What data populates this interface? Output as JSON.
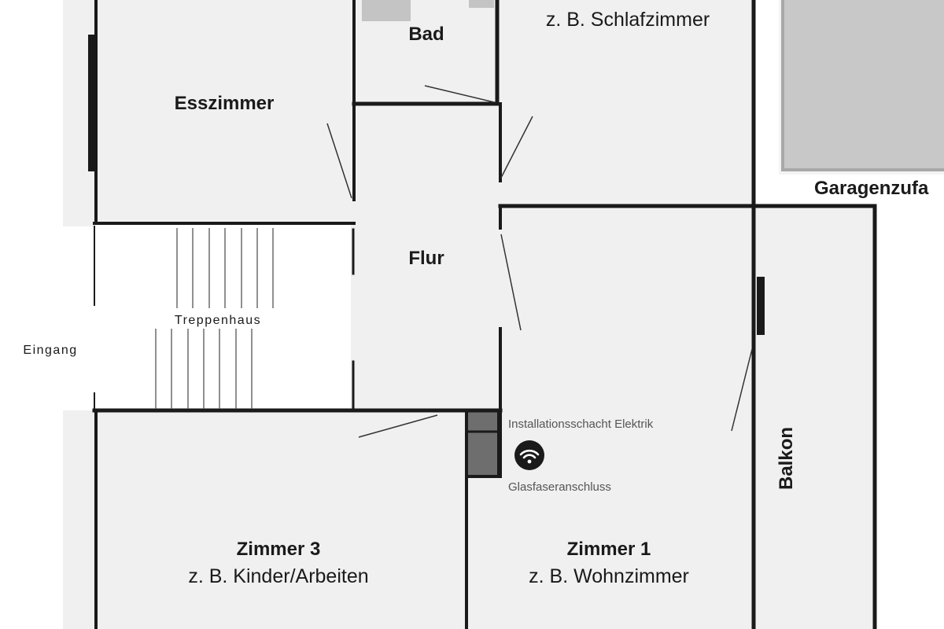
{
  "rooms": {
    "esszimmer": {
      "name": "Esszimmer"
    },
    "bad": {
      "name": "Bad"
    },
    "schlafzimmer": {
      "subtitle": "z. B. Schlafzimmer"
    },
    "flur": {
      "name": "Flur"
    },
    "zimmer3": {
      "name": "Zimmer 3",
      "subtitle": "z. B. Kinder/Arbeiten"
    },
    "zimmer1": {
      "name": "Zimmer 1",
      "subtitle": "z. B. Wohnzimmer"
    },
    "balkon": {
      "name": "Balkon"
    }
  },
  "labels": {
    "garage": "Garagenzufa",
    "treppenhaus": "Treppenhaus",
    "eingang": "Eingang",
    "installation": "Installationsschacht Elektrik",
    "glasfaser": "Glasfaseranschluss"
  },
  "icons": {
    "glasfaser": "wifi-icon"
  },
  "colors": {
    "floor": "#f0f0f0",
    "wall": "#1a1a1a",
    "shaft": "#6e6e6e",
    "garage": "#c8c8c8"
  }
}
